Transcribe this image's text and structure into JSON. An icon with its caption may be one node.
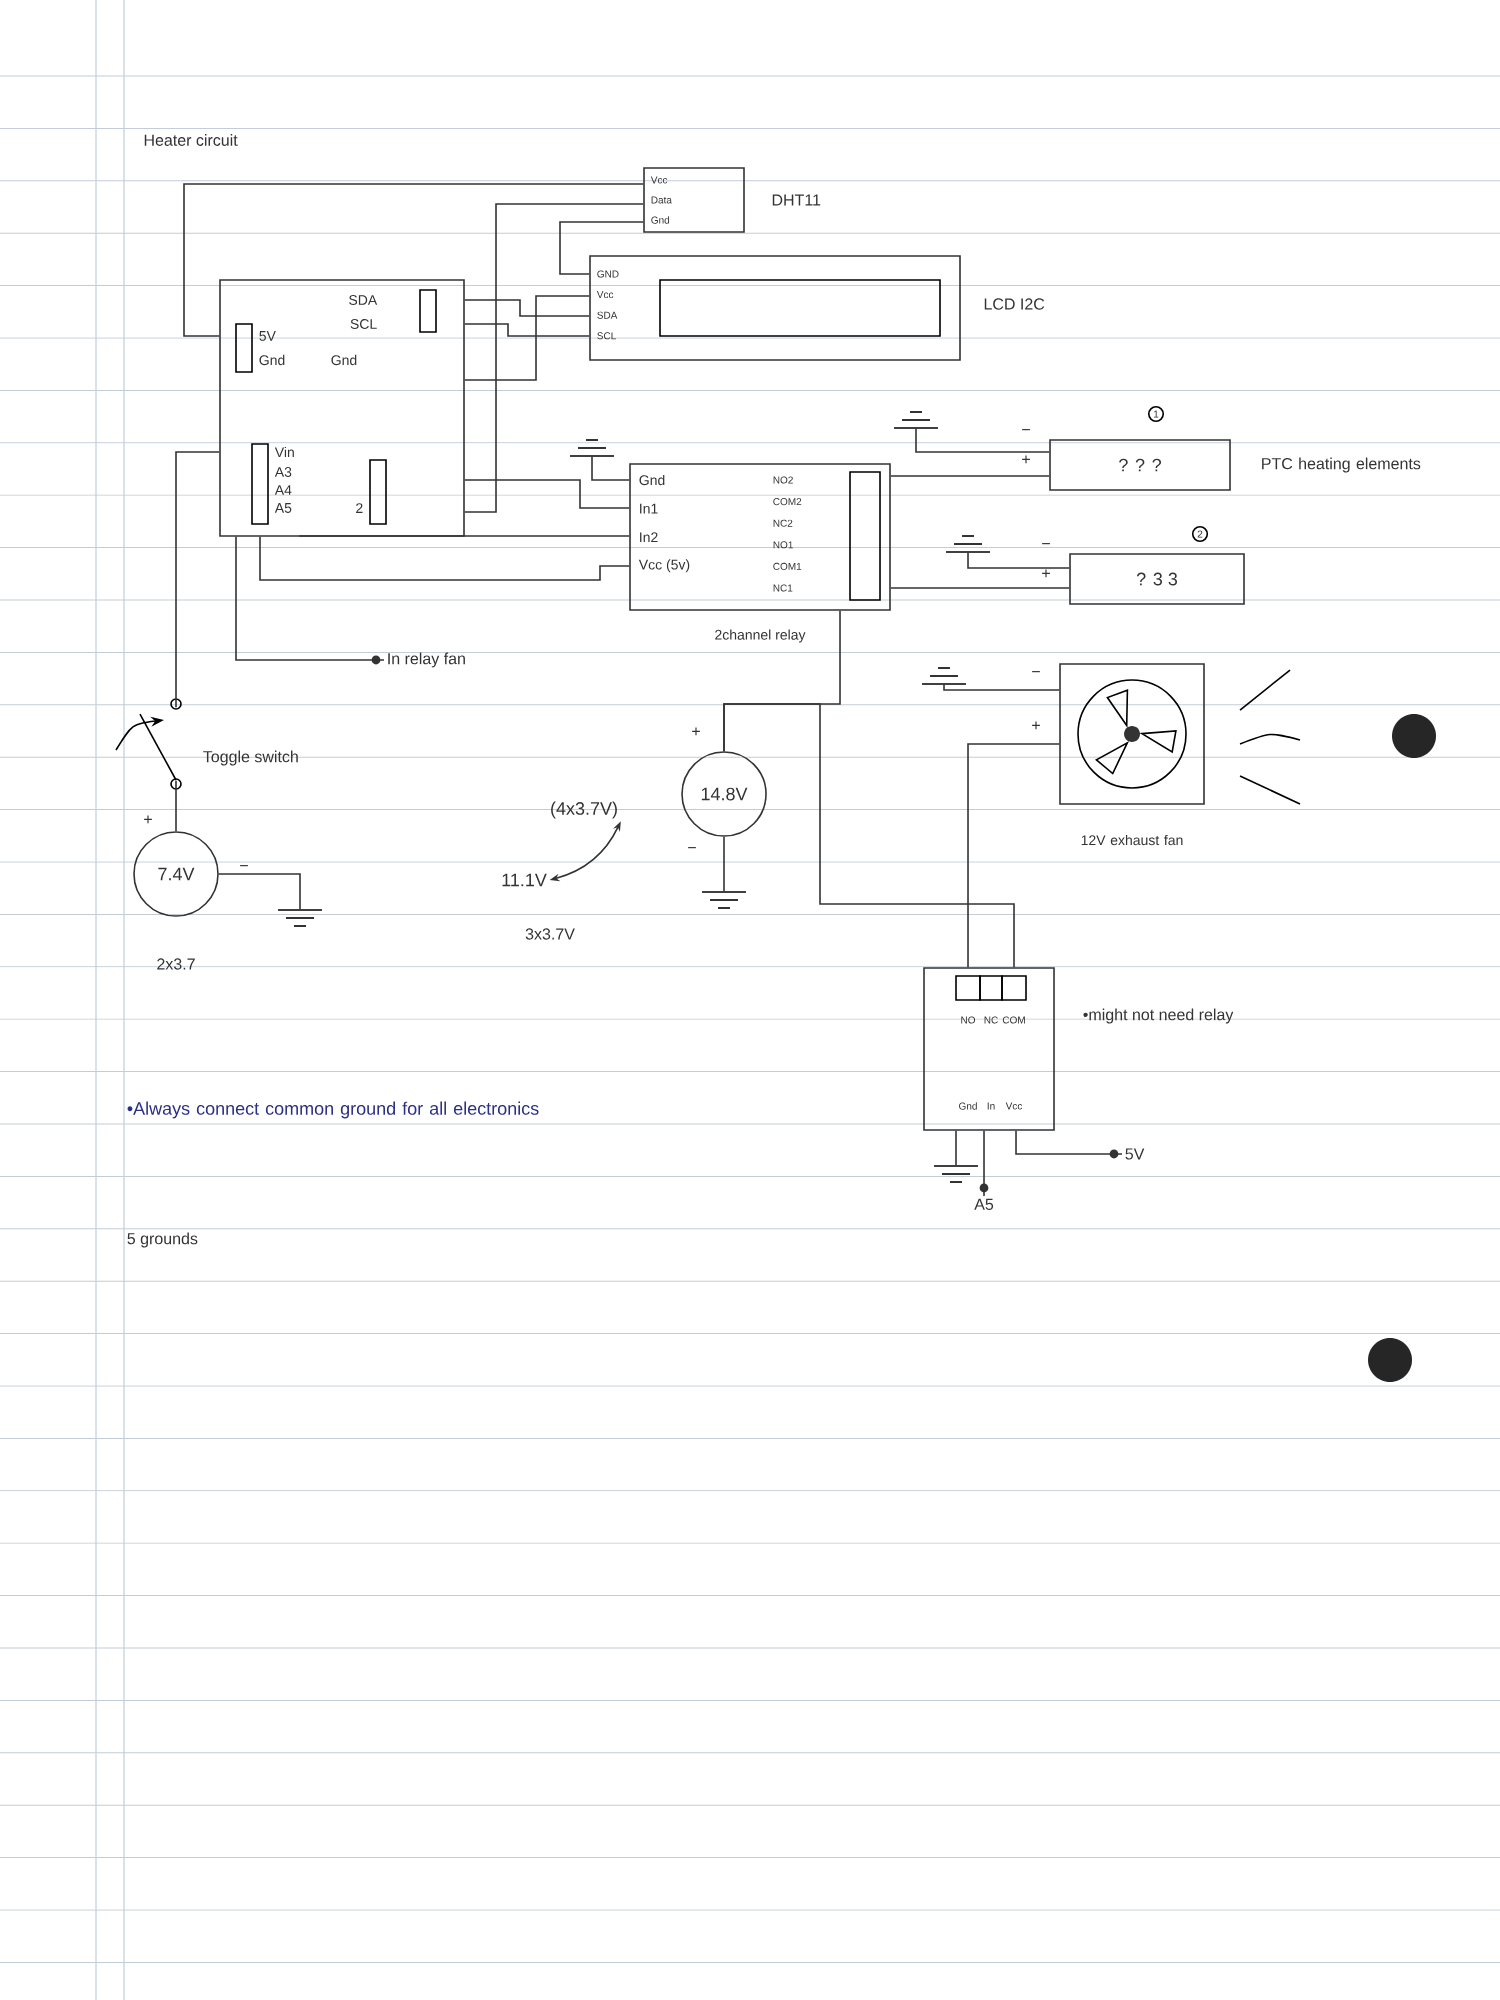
{
  "diagram": {
    "title": "Heater circuit",
    "nodes": [
      {
        "text": [
          "SDA",
          "SCL",
          "5V",
          "Gnd",
          "Gnd",
          "Vin",
          "A3",
          "A4",
          "A5",
          "2"
        ]
      },
      {
        "text": [
          "Vcc",
          "Data",
          "Gnd",
          "DHT11"
        ]
      },
      {
        "text": [
          "GND",
          "Vcc",
          "SDA",
          "SCL",
          "LCD I2C"
        ]
      },
      {
        "text": [
          "Gnd",
          "In1",
          "In2",
          "Vcc (5v)",
          "NO2",
          "COM2",
          "NC2",
          "NO1",
          "COM1",
          "NC1",
          "2channel relay"
        ]
      },
      {
        "text": [
          "? ? ?"
        ],
        "beside": [
          "1",
          "−",
          "+",
          "PTC heating elements"
        ]
      },
      {
        "text": [
          "? 3 3"
        ],
        "beside": [
          "2",
          "−",
          "+"
        ]
      },
      {
        "text": [],
        "shape": "picture",
        "beside": [
          "−",
          "+",
          "12V exhaust fan"
        ]
      },
      {
        "text": [
          "NO",
          "NC",
          "COM",
          "Gnd",
          "In",
          "Vcc"
        ]
      },
      {
        "text": [
          "7.4V"
        ],
        "beside": [
          "+",
          "−",
          "2x3.7"
        ]
      },
      {
        "text": [
          "14.8V"
        ],
        "beside": [
          "+",
          "−"
        ]
      },
      {
        "text": [
          "(4x3.7V)"
        ]
      },
      {
        "text": [
          "11.1V"
        ]
      },
      {
        "text": [],
        "shape": "switch",
        "beside": [
          "Toggle switch"
        ]
      },
      {
        "text": [
          "In relay fan"
        ]
      },
      {
        "text": [
          "5V"
        ]
      },
      {
        "text": [
          "A5"
        ]
      },
      {
        "text": [],
        "shape": "ground"
      },
      {
        "text": [],
        "shape": "ground"
      },
      {
        "text": [],
        "shape": "ground"
      },
      {
        "text": [],
        "shape": "ground"
      },
      {
        "text": [],
        "shape": "ground"
      },
      {
        "text": [],
        "shape": "ground"
      },
      {
        "text": [],
        "shape": "ground"
      }
    ],
    "edges": [
      {
        "from": 0,
        "to": 1,
        "arrow": "none"
      },
      {
        "from": 0,
        "to": 1,
        "arrow": "none"
      },
      {
        "from": 1,
        "to": 2,
        "arrow": "none"
      },
      {
        "from": 0,
        "to": 2,
        "arrow": "none"
      },
      {
        "from": 0,
        "to": 2,
        "arrow": "none"
      },
      {
        "from": 0,
        "to": 2,
        "arrow": "none"
      },
      {
        "from": 0,
        "to": 3,
        "arrow": "none"
      },
      {
        "from": 0,
        "to": 3,
        "arrow": "none"
      },
      {
        "from": 0,
        "to": 3,
        "arrow": "none"
      },
      {
        "from": 0,
        "to": 13,
        "arrow": "none"
      },
      {
        "from": 12,
        "to": 0,
        "arrow": "none"
      },
      {
        "from": 12,
        "to": 8,
        "arrow": "none"
      },
      {
        "from": 8,
        "to": 16,
        "arrow": "none"
      },
      {
        "from": 17,
        "to": 3,
        "arrow": "none"
      },
      {
        "from": 18,
        "to": 4,
        "arrow": "none"
      },
      {
        "from": 19,
        "to": 5,
        "arrow": "none"
      },
      {
        "from": 20,
        "to": 6,
        "arrow": "none"
      },
      {
        "from": 9,
        "to": 21,
        "arrow": "none"
      },
      {
        "from": 7,
        "to": 22,
        "arrow": "none"
      },
      {
        "from": 3,
        "to": 4,
        "arrow": "none"
      },
      {
        "from": 3,
        "to": 5,
        "arrow": "none"
      },
      {
        "from": 9,
        "to": 3,
        "arrow": "none"
      },
      {
        "from": 9,
        "to": 7,
        "arrow": "none"
      },
      {
        "from": 7,
        "to": 6,
        "arrow": "none"
      },
      {
        "from": 7,
        "to": 15,
        "arrow": "none"
      },
      {
        "from": 7,
        "to": 14,
        "arrow": "none"
      },
      {
        "from": 11,
        "to": 10,
        "arrow": "both"
      }
    ],
    "labels": [
      "3x3.7V",
      "•might not need relay",
      "•Always connect common ground for all electronics",
      "5 grounds"
    ]
  }
}
